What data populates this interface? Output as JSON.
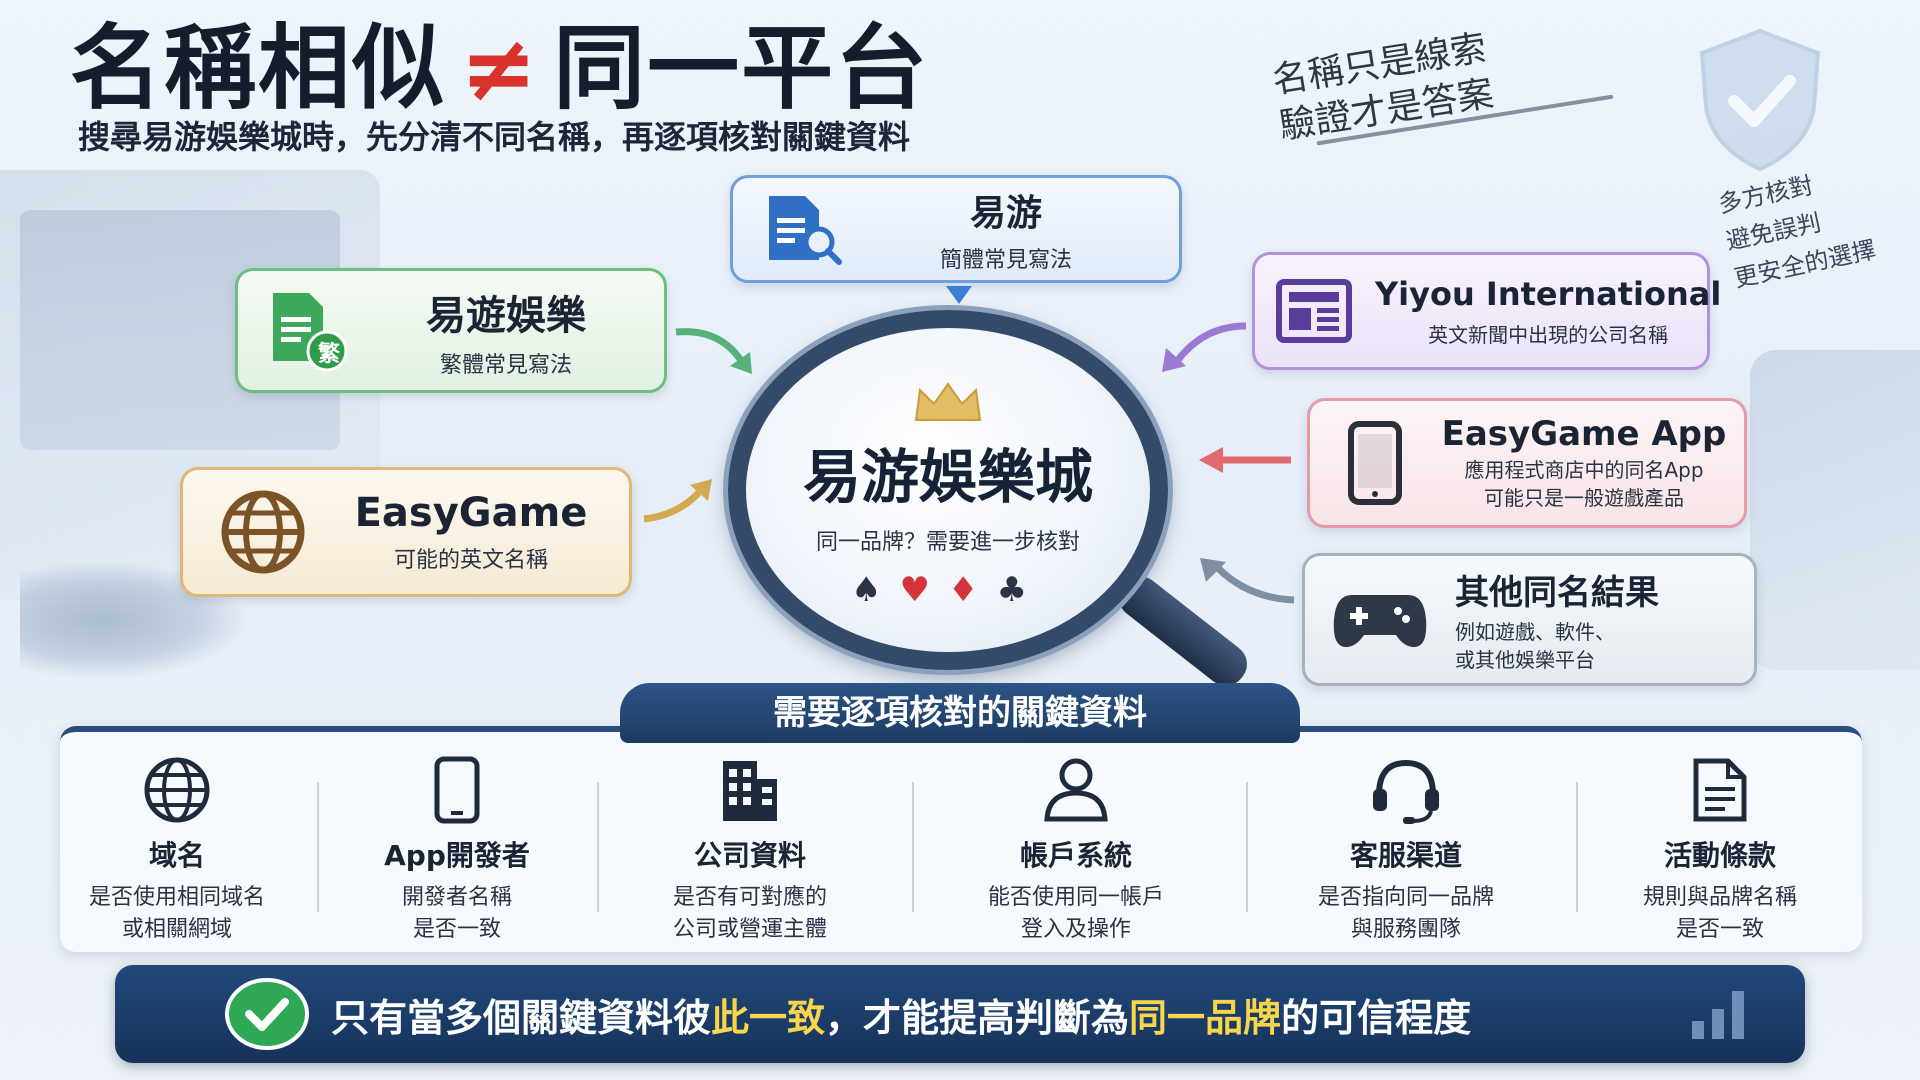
{
  "title": {
    "part1": "名稱相似",
    "symbol": "≠",
    "part2": "同一平台"
  },
  "subtitle": "搜尋易游娛樂城時，先分清不同名稱，再逐項核對關鍵資料",
  "hand_note": {
    "line1": "名稱只是線索",
    "line2": "驗證才是答案"
  },
  "side_note": {
    "line1": "多方核對",
    "line2": "避免誤判",
    "line3": "更安全的選擇"
  },
  "center": {
    "title": "易游娛樂城",
    "subtitle": "同一品牌？需要進一步核對",
    "suits": {
      "spade": "♠",
      "heart": "♥",
      "diamond": "♦",
      "club": "♣"
    }
  },
  "names": {
    "yiyou": {
      "title": "易游",
      "desc": "簡體常見寫法",
      "icon": "document-search-icon",
      "color": "#6e9fdb"
    },
    "traditional": {
      "title": "易遊娛樂",
      "desc": "繁體常見寫法",
      "badge": "繁",
      "icon": "document-icon",
      "color": "#6bbf80"
    },
    "easygame": {
      "title": "EasyGame",
      "desc": "可能的英文名稱",
      "icon": "globe-icon",
      "color": "#e0b773"
    },
    "international": {
      "title": "Yiyou International",
      "desc": "英文新聞中出現的公司名稱",
      "icon": "newspaper-icon",
      "color": "#b193dc"
    },
    "app": {
      "title": "EasyGame App",
      "desc_line1": "應用程式商店中的同名App",
      "desc_line2": "可能只是一般遊戲產品",
      "icon": "phone-icon",
      "color": "#e59aa8"
    },
    "other": {
      "title": "其他同名結果",
      "desc_line1": "例如遊戲、軟件、",
      "desc_line2": "或其他娛樂平台",
      "icon": "gamepad-icon",
      "color": "#a6b1c0"
    }
  },
  "panel": {
    "title": "需要逐項核對的關鍵資料",
    "items": [
      {
        "title": "域名",
        "line1": "是否使用相同域名",
        "line2": "或相關網域",
        "icon": "globe-icon"
      },
      {
        "title": "App開發者",
        "line1": "開發者名稱",
        "line2": "是否一致",
        "icon": "phone-icon"
      },
      {
        "title": "公司資料",
        "line1": "是否有可對應的",
        "line2": "公司或營運主體",
        "icon": "building-icon"
      },
      {
        "title": "帳戶系統",
        "line1": "能否使用同一帳戶",
        "line2": "登入及操作",
        "icon": "user-icon"
      },
      {
        "title": "客服渠道",
        "line1": "是否指向同一品牌",
        "line2": "與服務團隊",
        "icon": "headset-icon"
      },
      {
        "title": "活動條款",
        "line1": "規則與品牌名稱",
        "line2": "是否一致",
        "icon": "document-icon"
      }
    ]
  },
  "banner": {
    "part1": "只有當多個關鍵資料彼",
    "highlight1": "此一致",
    "part2": "，才能提高判斷為",
    "highlight2": "同一品牌",
    "part3": "的可信程度",
    "highlight_color": "#f8d54a"
  }
}
